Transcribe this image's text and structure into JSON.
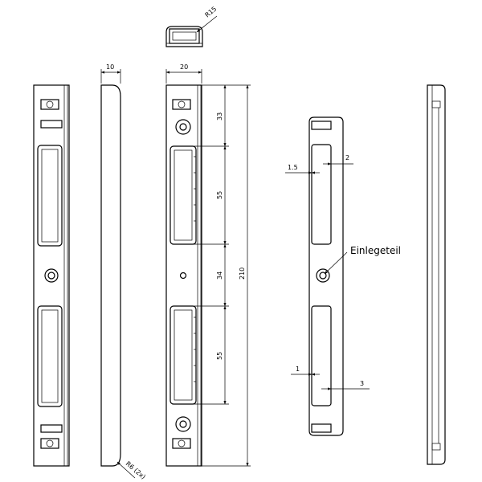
{
  "dimensions": {
    "width_side": "10",
    "width_front": "20",
    "radius_top": "R15",
    "radius_bottom": "R6 (2x)",
    "d33": "33",
    "d55a": "55",
    "d34": "34",
    "d55b": "55",
    "d210": "210",
    "d2": "2",
    "d15": "1.5",
    "d1": "1",
    "d3": "3"
  },
  "labels": {
    "insert": "Einlegeteil"
  }
}
